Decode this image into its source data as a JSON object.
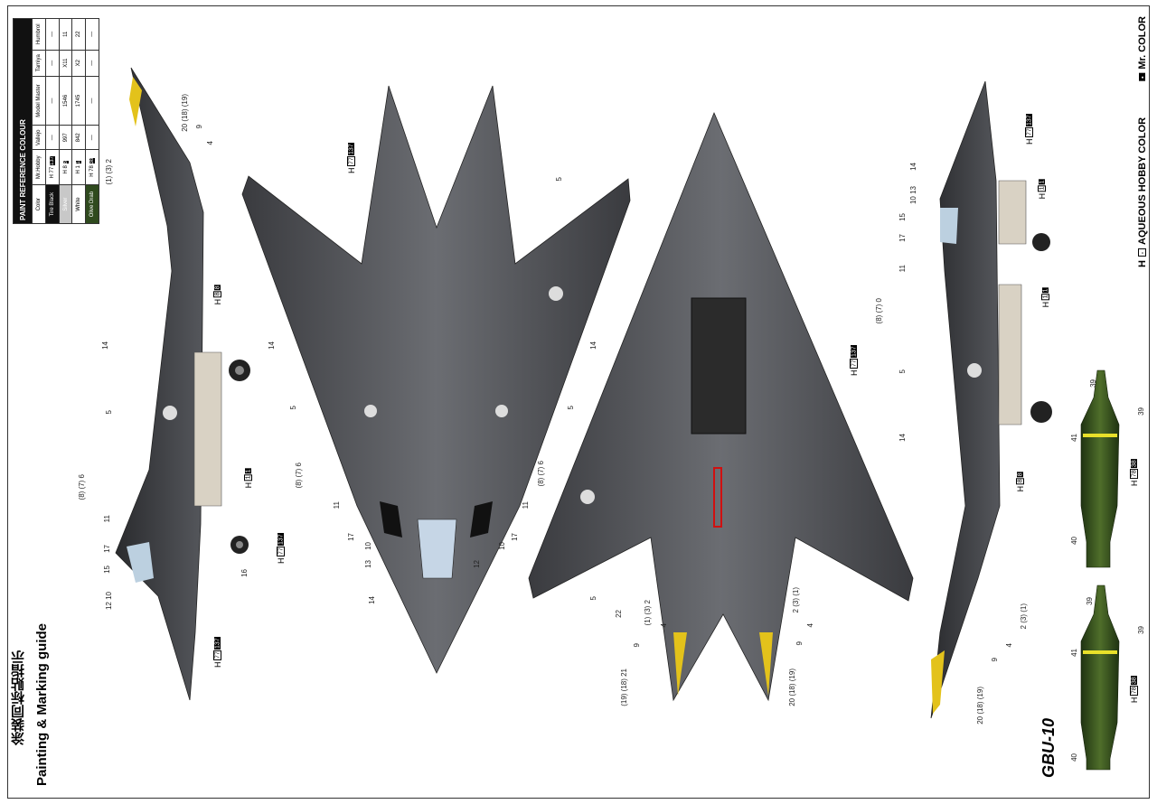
{
  "title": {
    "chinese": "涂装同标贴指示",
    "english": "Painting & Marking guide"
  },
  "legend": {
    "aqueous": "AQUEOUS HOBBY COLOR",
    "aqueous_prefix": "H",
    "mrcolor": "Mr. COLOR"
  },
  "paint_table": {
    "heading": "PAINT REFERENCE COLOUR",
    "columns": [
      "Color",
      "Mr.Hobby",
      "Vallejo",
      "Model Master",
      "Tamiya",
      "Humbrol"
    ],
    "rows": [
      {
        "color": "Tire Black",
        "h": "77",
        "c": "137",
        "vallejo": "—",
        "model_master": "—",
        "tamiya": "—",
        "humbrol": "—",
        "swatch": "#111111"
      },
      {
        "color": "Silver",
        "h": "8",
        "c": "8",
        "vallejo": "997",
        "model_master": "1546",
        "tamiya": "X11",
        "humbrol": "11",
        "swatch": "#c8c8c8"
      },
      {
        "color": "White",
        "h": "1",
        "c": "1",
        "vallejo": "842",
        "model_master": "1745",
        "tamiya": "X2",
        "humbrol": "22",
        "swatch": "#ffffff"
      },
      {
        "color": "Olive Drab",
        "h": "78",
        "c": "38",
        "vallejo": "—",
        "model_master": "—",
        "tamiya": "—",
        "humbrol": "—",
        "swatch": "#2f4a1e"
      }
    ]
  },
  "gbu_label": "GBU-10",
  "paint_codes": [
    {
      "h": "H",
      "a": "8",
      "b": "8"
    },
    {
      "h": "H",
      "a": "1",
      "b": "1"
    },
    {
      "h": "H",
      "a": "77",
      "b": "137"
    },
    {
      "h": "H",
      "a": "77",
      "b": "137"
    },
    {
      "h": "H",
      "a": "77",
      "b": "137"
    },
    {
      "h": "H",
      "a": "77",
      "b": "137"
    },
    {
      "h": "H",
      "a": "77",
      "b": "137"
    },
    {
      "h": "H",
      "a": "1",
      "b": "1"
    },
    {
      "h": "H",
      "a": "1",
      "b": "1"
    },
    {
      "h": "H",
      "a": "8",
      "b": "8"
    },
    {
      "h": "H",
      "a": "78",
      "b": "38"
    },
    {
      "h": "H",
      "a": "78",
      "b": "38"
    }
  ],
  "callouts": [
    "20 (18) (19)",
    "9",
    "4",
    "(1) (3) 2",
    "14",
    "5",
    "(8) (7) 6",
    "11",
    "17",
    "15",
    "12 10",
    "16",
    "5",
    "14",
    "14",
    "5",
    "5",
    "(8) (7) 6",
    "(8) (7) 6",
    "11",
    "11",
    "17",
    "10",
    "13",
    "12",
    "10",
    "17",
    "14",
    "22",
    "5",
    "(1) (3) 2",
    "4",
    "9",
    "(19) (18) 21",
    "2 (3) (1)",
    "4",
    "9",
    "20 (18) (19)",
    "14",
    "10 13",
    "15",
    "17",
    "11",
    "(8) (7) 0",
    "5",
    "14",
    "2 (3) (1)",
    "4",
    "9",
    "20 (18) (19)",
    "39",
    "39",
    "41",
    "40",
    "39",
    "39",
    "41",
    "40"
  ]
}
